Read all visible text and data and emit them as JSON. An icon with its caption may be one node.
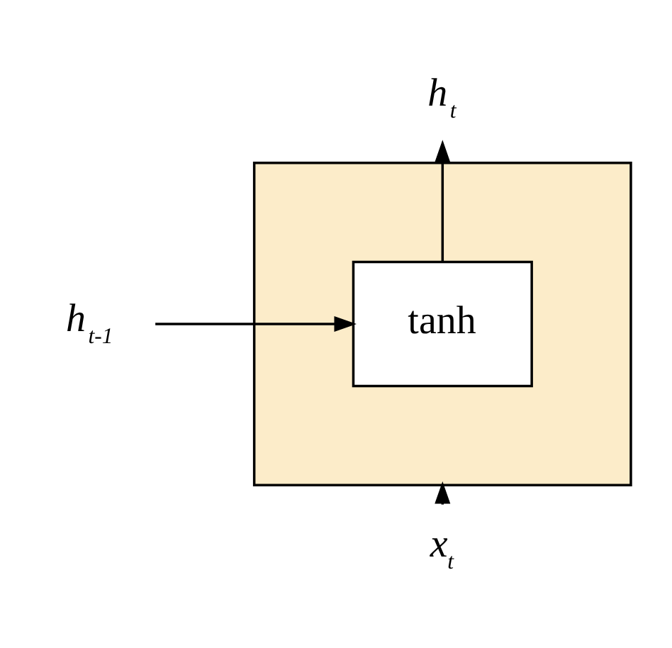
{
  "diagram": {
    "nodes": [
      {
        "text": [],
        "shape": "box"
      },
      {
        "text": [
          "tanh"
        ],
        "in": 0
      },
      {
        "text": [
          "h$_{t-1}$"
        ]
      },
      {
        "text": [
          "h$_{t}$"
        ]
      },
      {
        "text": [
          "x$_{t}$"
        ]
      }
    ],
    "edges": [
      {
        "from": 2,
        "to": 1,
        "arrow": "to"
      },
      {
        "from": 1,
        "to": 3,
        "arrow": "to"
      },
      {
        "from": 4,
        "to": 0,
        "arrow": "to"
      }
    ]
  }
}
